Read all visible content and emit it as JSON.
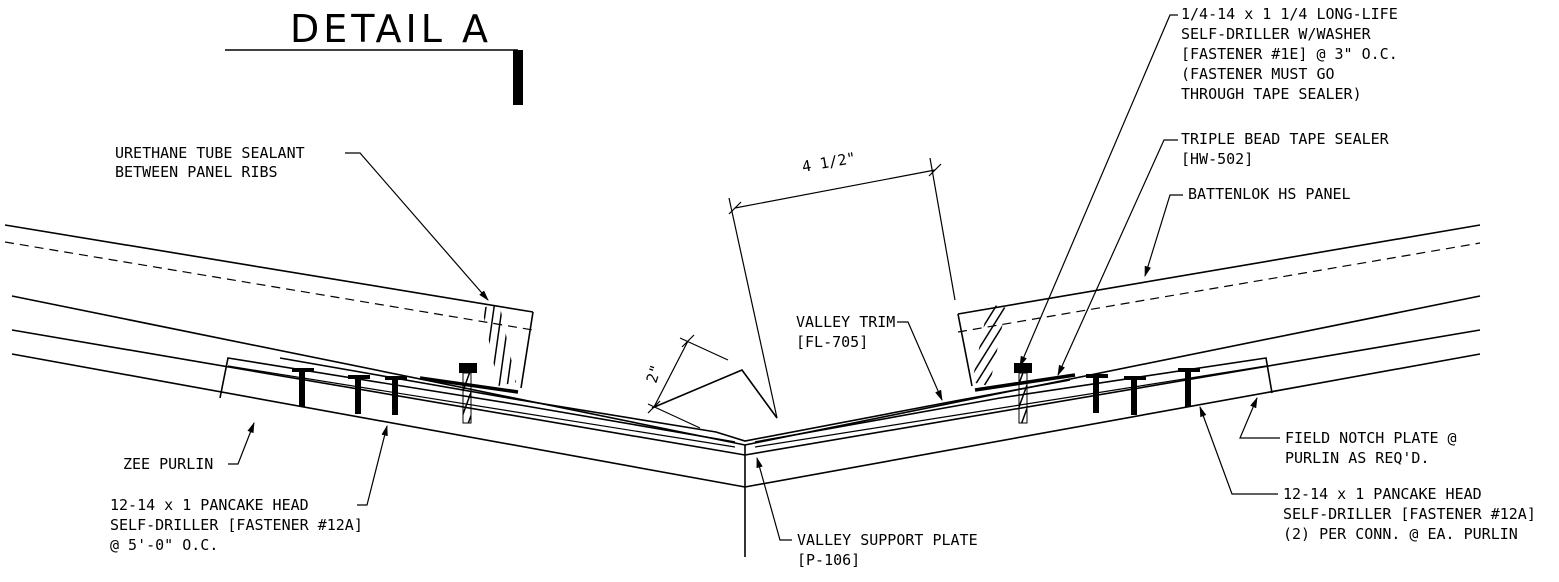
{
  "title": "DETAIL A",
  "dimensions": {
    "width_dim": "4 1/2\"",
    "height_dim": "2\""
  },
  "labels": {
    "urethane": [
      "URETHANE TUBE SEALANT",
      "BETWEEN PANEL RIBS"
    ],
    "long_life": [
      "1/4-14 x 1 1/4 LONG-LIFE",
      "SELF-DRILLER W/WASHER",
      "[FASTENER #1E] @ 3\" O.C.",
      "(FASTENER MUST GO",
      "THROUGH TAPE SEALER)"
    ],
    "tape_sealer": [
      "TRIPLE BEAD TAPE SEALER",
      "[HW-502]"
    ],
    "battenlok": [
      "BATTENLOK HS PANEL"
    ],
    "valley_trim": [
      "VALLEY TRIM",
      "[FL-705]"
    ],
    "zee_purlin": [
      "ZEE PURLIN"
    ],
    "pancake_left": [
      "12-14 x 1 PANCAKE HEAD",
      "SELF-DRILLER [FASTENER #12A]",
      "@ 5'-0\" O.C."
    ],
    "field_notch": [
      "FIELD NOTCH PLATE @",
      "PURLIN AS REQ'D."
    ],
    "pancake_right": [
      "12-14 x 1 PANCAKE HEAD",
      "SELF-DRILLER [FASTENER #12A]",
      "(2) PER CONN. @ EA. PURLIN"
    ],
    "valley_support": [
      "VALLEY SUPPORT PLATE",
      "[P-106]"
    ]
  }
}
